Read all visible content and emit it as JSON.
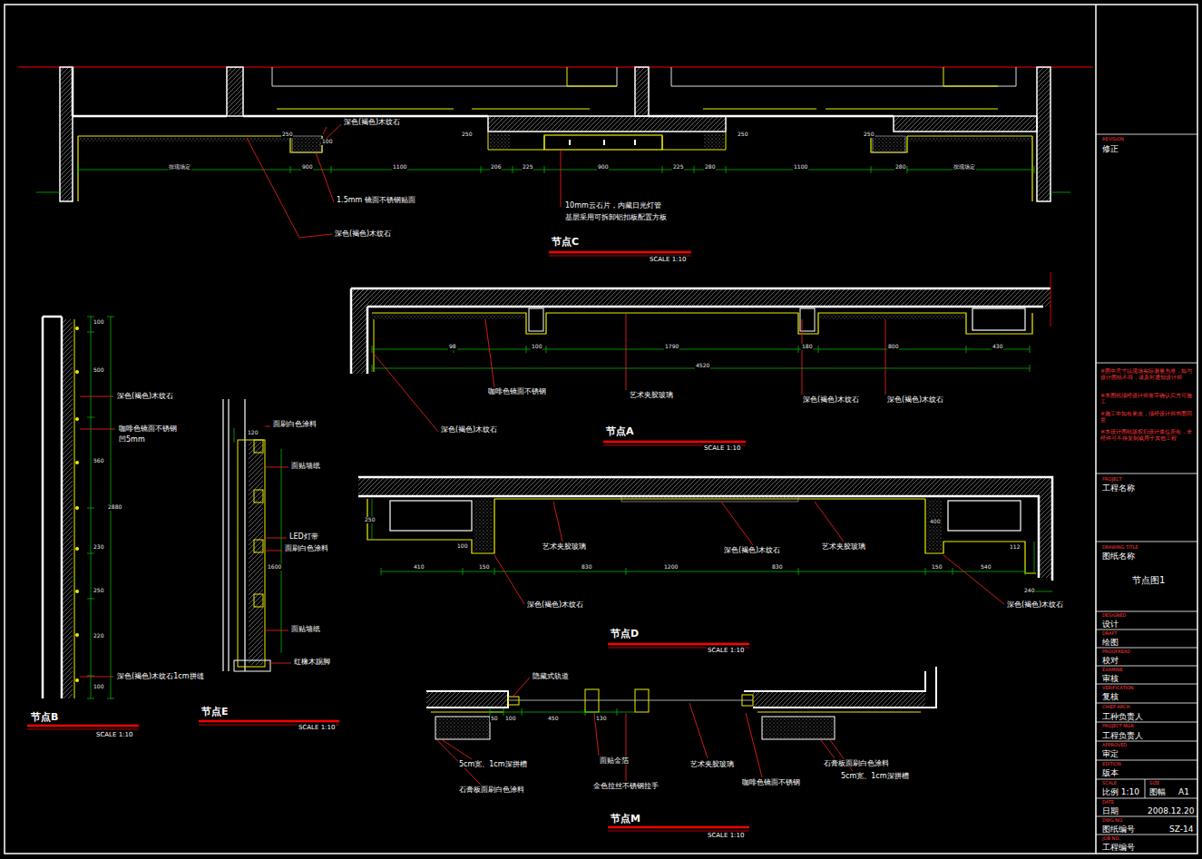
{
  "diagram": {
    "labels": [
      "深色(褐色)木纹石",
      "1.5mm 镜面不锈钢贴面",
      "深色(褐色)木纹石",
      "10mm云石片，内藏日光灯管",
      "基层采用可拆卸铝扣板配置方板",
      "250",
      "100",
      "按现场定",
      "900",
      "1100",
      "206",
      "225",
      "900",
      "225",
      "280",
      "1100",
      "280",
      "按现场定",
      "250",
      "250",
      "250",
      "节点C",
      "SCALE 1:10",
      "98",
      "100",
      "1790",
      "180",
      "800",
      "430",
      "4520",
      "咖啡色镜面不锈钢",
      "艺术夹胶玻璃",
      "深色(褐色)木纹石",
      "深色(褐色)木纹石",
      "深色(褐色)木纹石",
      "节点A",
      "SCALE 1:10",
      "250",
      "100",
      "400",
      "410",
      "150",
      "830",
      "1200",
      "830",
      "150",
      "540",
      "112",
      "240",
      "艺术夹胶玻璃",
      "深色(褐色)木纹石",
      "艺术夹胶玻璃",
      "深色(褐色)木纹石",
      "深色(褐色)木纹石",
      "节点D",
      "SCALE 1:10",
      "100",
      "500",
      "560",
      "2880",
      "230",
      "250",
      "220",
      "100",
      "深色(褐色)木纹石",
      "咖啡色镜面不锈钢",
      "凹5mm",
      "深色(褐色)木纹石1cm拼缝",
      "节点B",
      "SCALE 1:10",
      "面刷白色涂料",
      "120",
      "面贴墙纸",
      "LED灯带",
      "面刷白色涂料",
      "1600",
      "面贴墙纸",
      "红橡木踢脚",
      "节点E",
      "SCALE 1:10",
      "隐藏式轨道",
      "50",
      "100",
      "450",
      "130",
      "5cm宽、1cm深拼槽",
      "面贴金箔",
      "艺术夹胶玻璃",
      "石膏板面刷白色涂料",
      "5cm宽、1cm深拼槽",
      "咖啡色镜面不锈钢",
      "金色拉丝不锈钢拉手",
      "石膏板面刷白色涂料",
      "节点M",
      "SCALE 1:10",
      "REVISION",
      "修正",
      "※图中尺寸以现场实际测量为准，如与设计图纸不符，请及时通知设计师",
      "※本图纸须经设计师签字确认后方可施工",
      "※施工中如有更改，须经设计师书面同意",
      "※本设计图纸版权归设计单位所有，未经许可不得复制或用于其他工程",
      "PROJECT",
      "工程名称",
      "DRAWING TITLE",
      "图纸名称",
      "节点图1",
      "DESIGNED",
      "设计",
      "DRAFT",
      "绘图",
      "PROOFREAD",
      "校对",
      "EXAMINE",
      "审核",
      "VERIFICATION",
      "复核",
      "CHIEF ARCH.",
      "工种负责人",
      "PROJECT MGR.",
      "工程负责人",
      "APPROVED",
      "审定",
      "EDITION",
      "版本",
      "SCALE",
      "比例 1:10",
      "SIZE",
      "图幅",
      "A1",
      "DATE",
      "日期",
      "2008.12.20",
      "DWG NO.",
      "图纸编号",
      "SZ-14",
      "JOB NO.",
      "工程编号"
    ]
  }
}
